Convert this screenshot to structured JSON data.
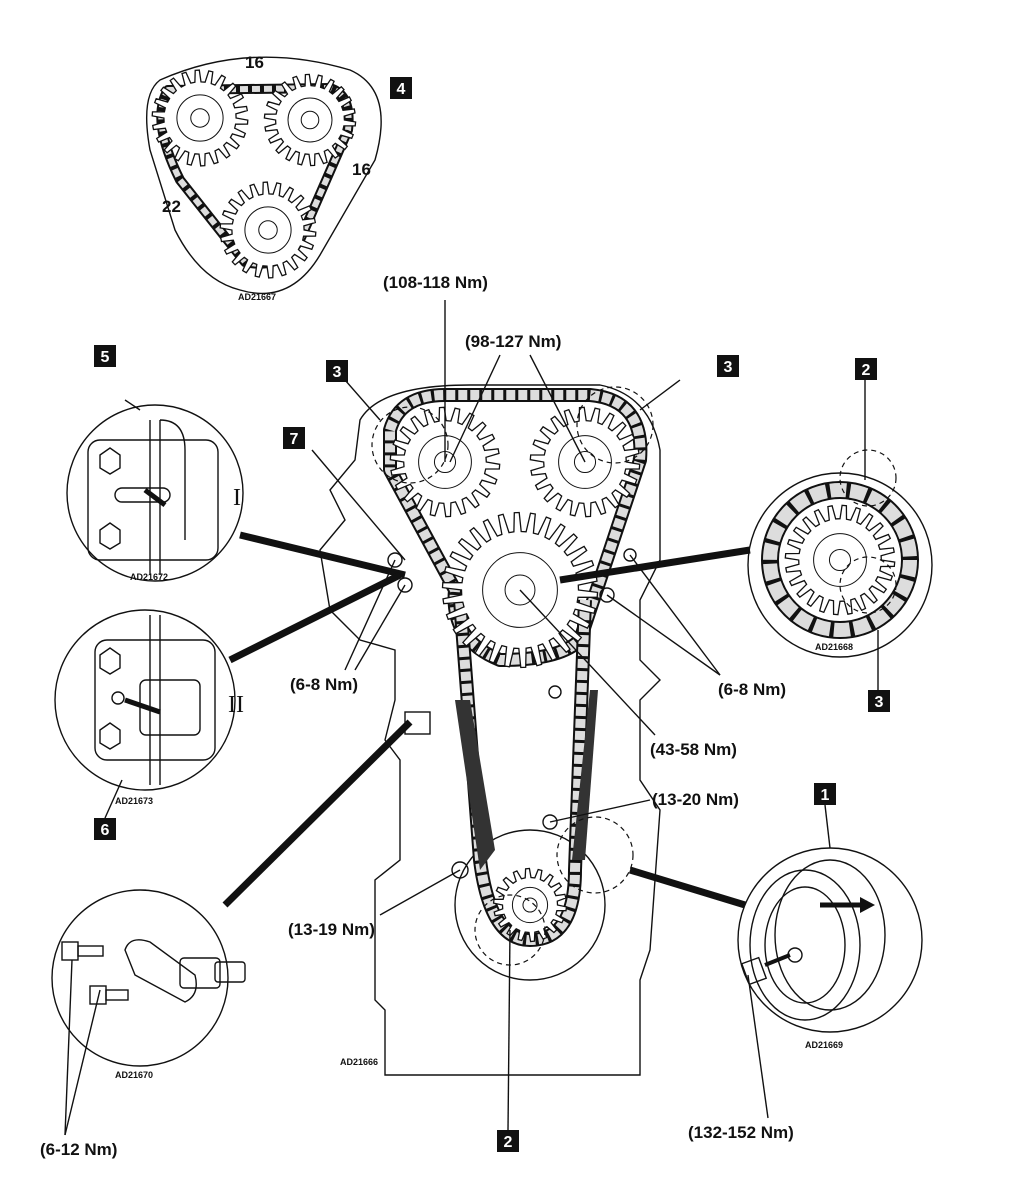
{
  "inset_4": {
    "callout": "4",
    "top_count": "16",
    "right_count": "16",
    "left_count": "22",
    "code": "AD21667"
  },
  "torques": {
    "cam_left": "(108-118 Nm)",
    "cam_both": "(98-127 Nm)",
    "guide_left": "(6-8 Nm)",
    "guide_right": "(6-8 Nm)",
    "idler": "(43-58 Nm)",
    "guide_lower_right": "(13-20 Nm)",
    "guide_lower_left": "(13-19 Nm)",
    "tensioner": "(6-12 Nm)",
    "crank": "(132-152 Nm)"
  },
  "callouts": {
    "c5": "5",
    "c3a": "3",
    "c3b": "3",
    "c7": "7",
    "c2a": "2",
    "c3c": "3",
    "c6": "6",
    "c1": "1",
    "c2b": "2"
  },
  "roman": {
    "one": "I",
    "two": "II"
  },
  "codes": {
    "tensioner_i": "AD21672",
    "tensioner_ii": "AD21673",
    "cam_detail": "AD21668",
    "tensioner_parts": "AD21670",
    "engine": "AD21666",
    "crank_pulley": "AD21669"
  }
}
